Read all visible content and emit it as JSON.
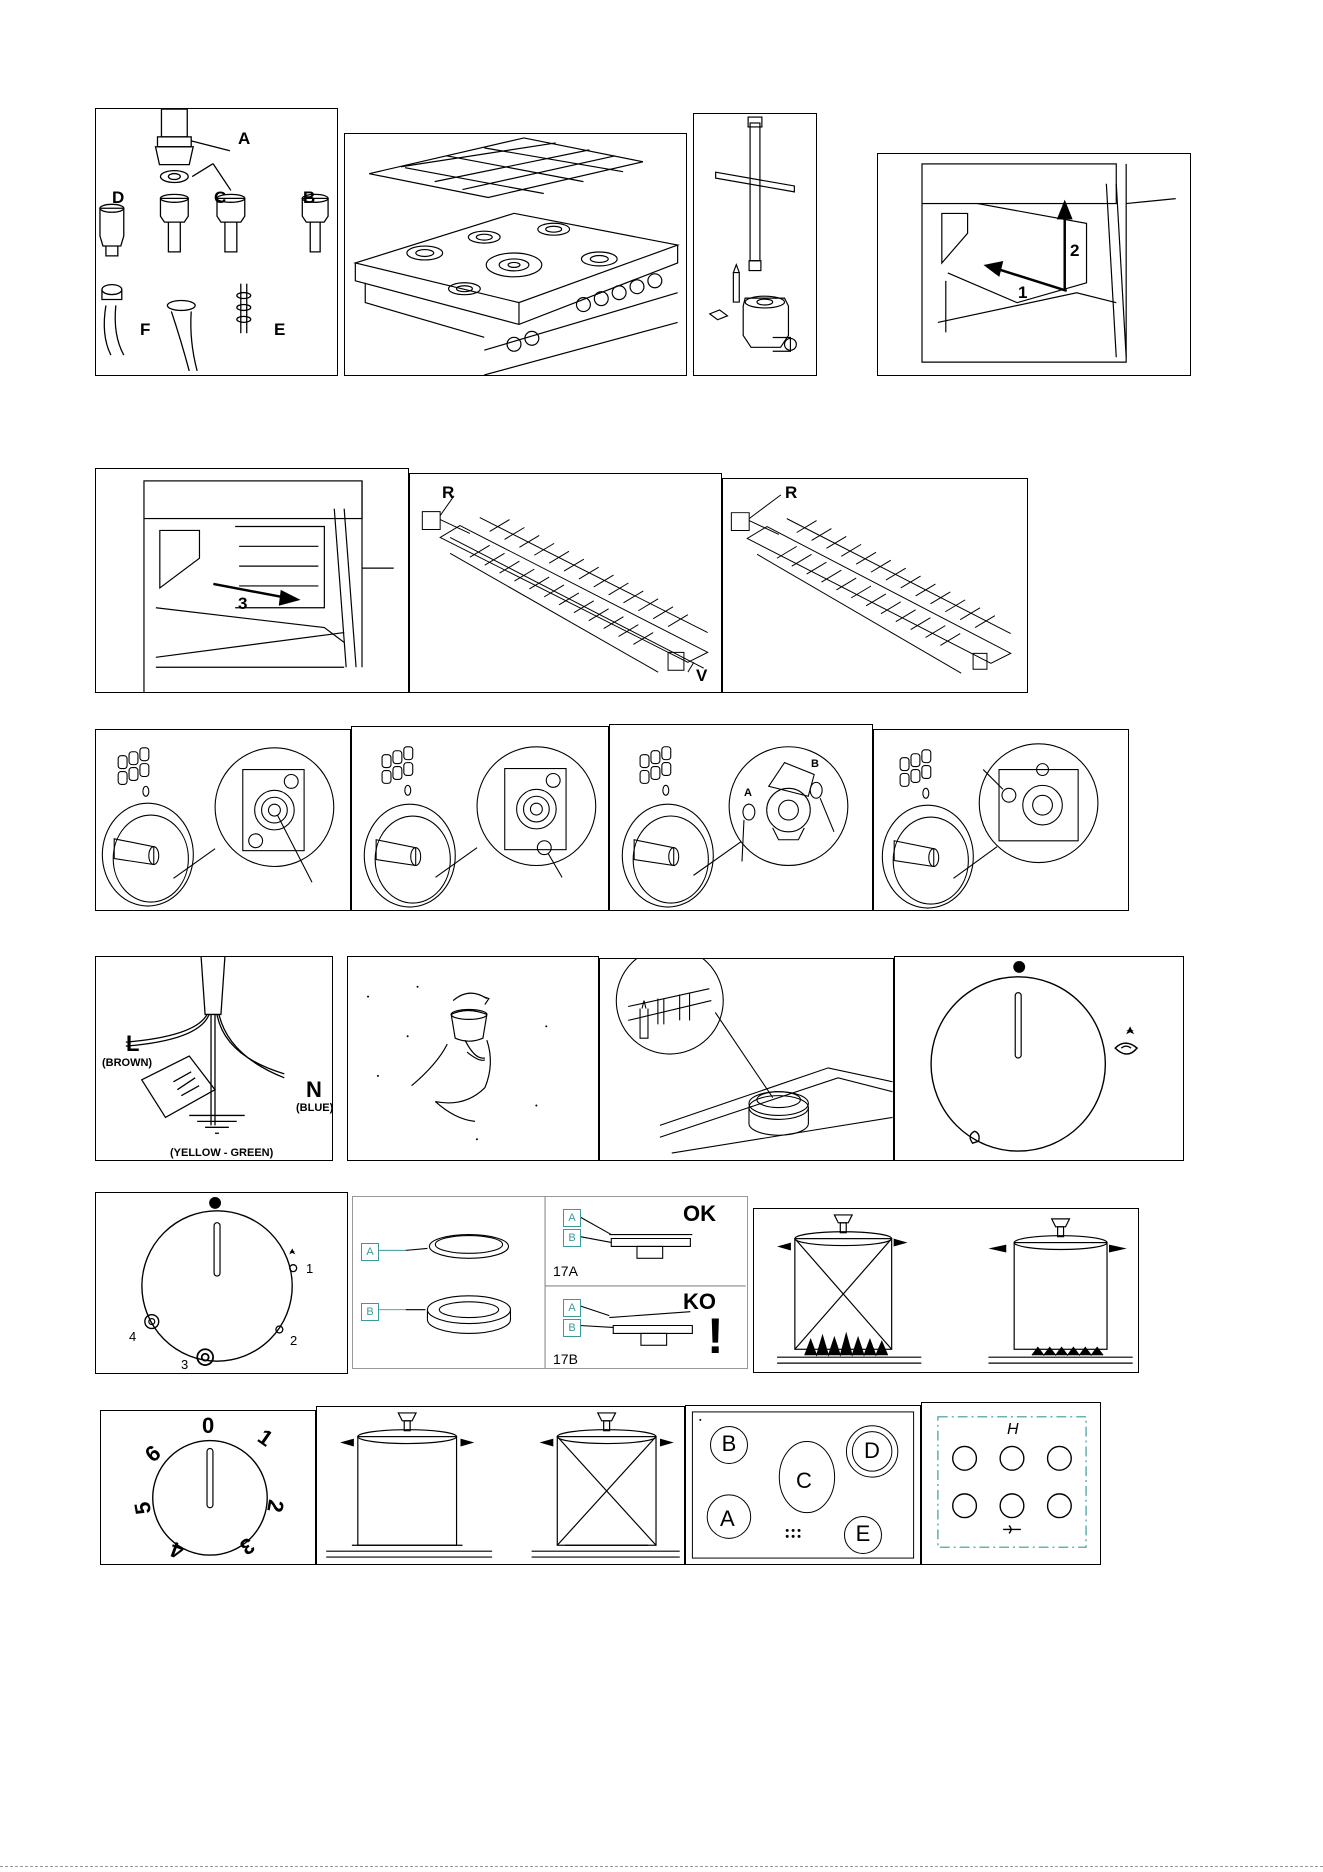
{
  "fig_connectors": {
    "a": "A",
    "b": "B",
    "c": "C",
    "d": "D",
    "e": "E",
    "f": "F"
  },
  "fig_oven_arrows": {
    "one": "1",
    "two": "2",
    "three": "3"
  },
  "fig_grill": {
    "r1": "R",
    "v": "V",
    "r2": "R"
  },
  "fig_valves": {
    "a": "A",
    "b": "B"
  },
  "fig_wiring": {
    "l": "L",
    "brown": "(BROWN)",
    "n": "N",
    "blue": "(BLUE)",
    "yg": "(YELLOW - GREEN)"
  },
  "fig_knob": {
    "n1": "1",
    "n2": "2",
    "n3": "3",
    "n4": "4"
  },
  "fig_burner_parts": {
    "a": "A",
    "b": "B",
    "a2": "A",
    "b2": "B",
    "a3": "A",
    "b3": "B",
    "fig17a": "17A",
    "fig17b": "17B",
    "ok": "OK",
    "ko": "KO",
    "excl": "!"
  },
  "fig_dial": {
    "d0": "0",
    "d1": "1",
    "d2": "2",
    "d3": "3",
    "d4": "4",
    "d5": "5",
    "d6": "6"
  },
  "fig_hob": {
    "a": "A",
    "b": "B",
    "c": "C",
    "d": "D",
    "e": "E"
  },
  "fig_hob_icon": {
    "h": "H"
  }
}
